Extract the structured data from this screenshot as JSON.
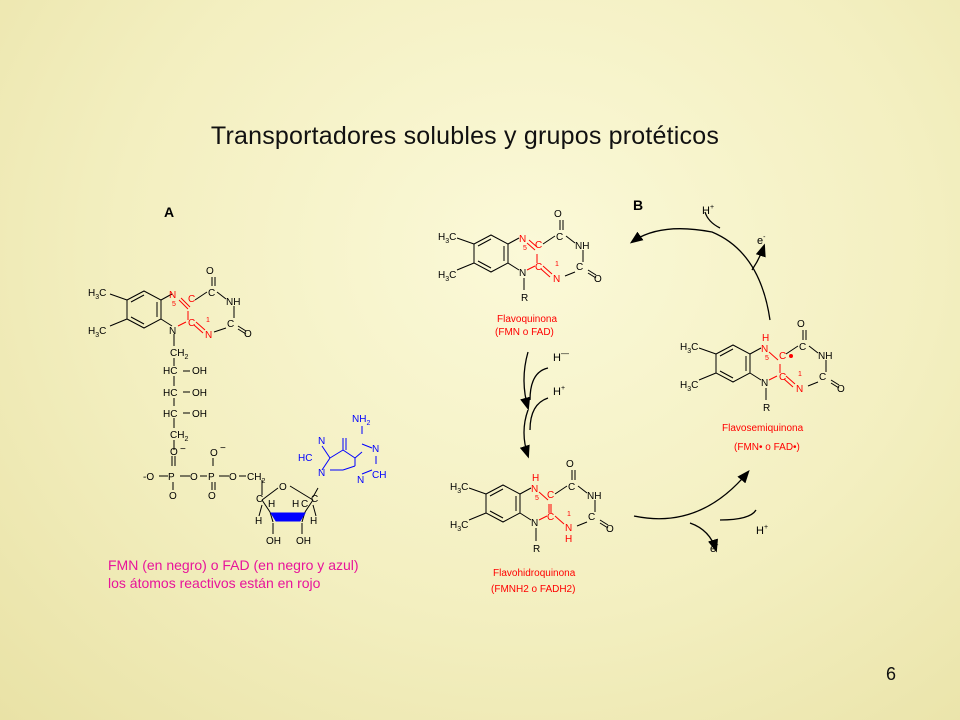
{
  "slide": {
    "title": "Transportadores solubles y grupos protéticos",
    "page_number": "6",
    "panel_a_label": "A",
    "panel_b_label": "B",
    "caption_line1": "FMN (en negro) o FAD (en negro y azul)",
    "caption_line2": "los átomos reactivos están en rojo"
  },
  "structures": {
    "flavoquinona_name": "Flavoquinona",
    "flavoquinona_forms": "(FMN o FAD)",
    "flavosemiquinona_name": "Flavosemiquinona",
    "flavosemiquinona_forms": "(FMN• o FAD•)",
    "flavohidroquinona_name": "Flavohidroquinona",
    "flavohidroquinona_forms": "(FMNH2 o FADH2)"
  },
  "reagents": {
    "h_plus": "H+",
    "e_minus": "e-",
    "h_minus": "H–"
  },
  "colors": {
    "background": "#f5f1c6",
    "bond_black": "#000000",
    "reactive_red": "#ff0000",
    "adenine_blue": "#0000ff",
    "caption_magenta": "#e8149a",
    "label_red": "#ff0000"
  }
}
